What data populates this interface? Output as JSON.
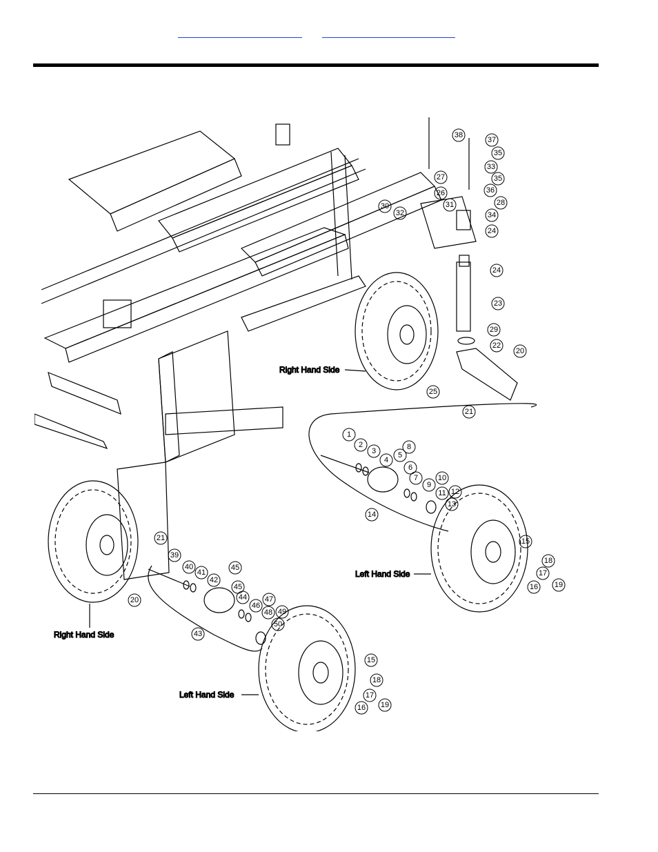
{
  "header": {
    "links": [
      {
        "label": ""
      },
      {
        "label": ""
      }
    ]
  },
  "diagram": {
    "side_labels": [
      {
        "text": "Right Hand Side"
      },
      {
        "text": "Left Hand Side"
      },
      {
        "text": "Right Hand Side"
      },
      {
        "text": "Left Hand Side"
      }
    ],
    "callouts": [
      "1",
      "2",
      "3",
      "4",
      "5",
      "6",
      "7",
      "8",
      "9",
      "10",
      "11",
      "12",
      "13",
      "14",
      "15",
      "16",
      "17",
      "18",
      "19",
      "20",
      "21",
      "22",
      "23",
      "24",
      "25",
      "26",
      "27",
      "28",
      "29",
      "30",
      "31",
      "32",
      "33",
      "34",
      "35",
      "36",
      "37",
      "38",
      "39",
      "40",
      "41",
      "42",
      "43",
      "44",
      "45",
      "46",
      "47",
      "48",
      "49",
      "50"
    ]
  }
}
